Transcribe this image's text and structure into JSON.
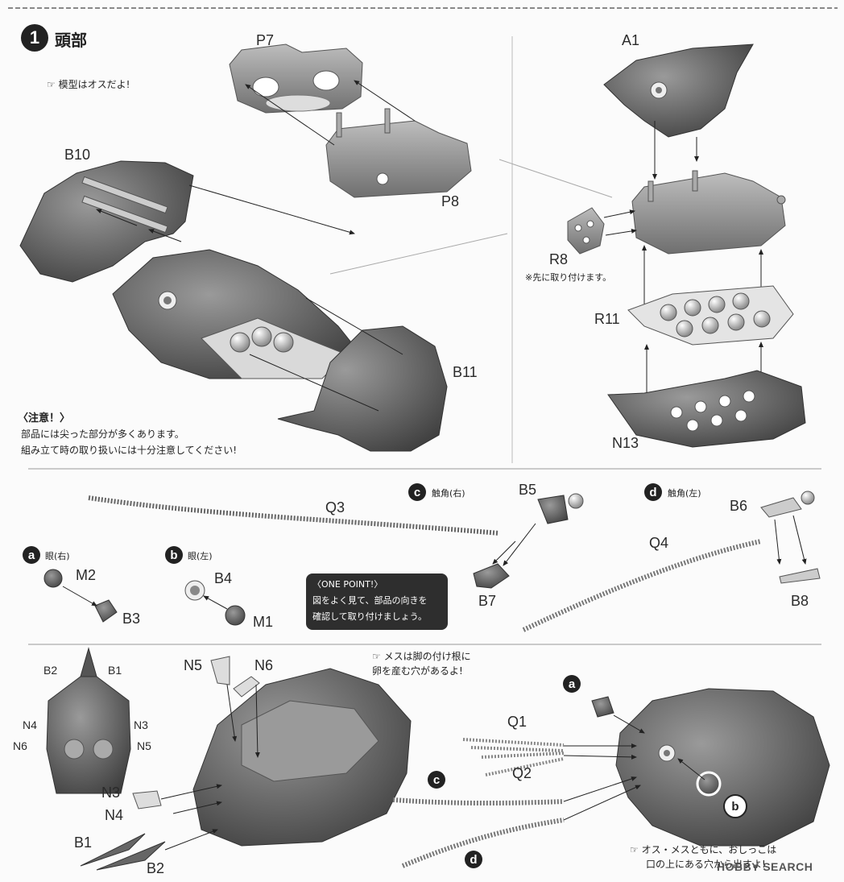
{
  "step": {
    "number": "1",
    "title": "頭部"
  },
  "notes": {
    "male_model": "模型はオスだよ!",
    "caution_title": "〈注意！〉",
    "caution_line1": "部品には尖った部分が多くあります。",
    "caution_line2": "組み立て時の取り扱いには十分注意してください!",
    "r8_note": "※先に取り付けます。",
    "female_line1": "メスは脚の付け根に",
    "female_line2": "卵を産む穴があるよ!",
    "mouth_line1": "オス・メスともに、おしっこは",
    "mouth_line2": "口の上にある穴から出すよ!"
  },
  "onepoint": {
    "title": "〈ONE POINT!〉",
    "line1": "図をよく見て、部品の向きを",
    "line2": "確認して取り付けましょう。"
  },
  "subs": {
    "a": {
      "letter": "a",
      "label": "眼(右)"
    },
    "b": {
      "letter": "b",
      "label": "眼(左)"
    },
    "c": {
      "letter": "c",
      "label": "触角(右)"
    },
    "d": {
      "letter": "d",
      "label": "触角(左)"
    }
  },
  "parts": {
    "P7": "P7",
    "P8": "P8",
    "B10": "B10",
    "B11": "B11",
    "A1": "A1",
    "R8": "R8",
    "R11": "R11",
    "N13": "N13",
    "Q3": "Q3",
    "B5": "B5",
    "B7": "B7",
    "B6": "B6",
    "Q4": "Q4",
    "B8": "B8",
    "M2": "M2",
    "B3": "B3",
    "B4": "B4",
    "M1": "M1",
    "B2": "B2",
    "B1": "B1",
    "N4": "N4",
    "N3": "N3",
    "N6": "N6",
    "N5": "N5",
    "Q1": "Q1",
    "Q2": "Q2"
  },
  "watermark": "HOBBY SEARCH"
}
